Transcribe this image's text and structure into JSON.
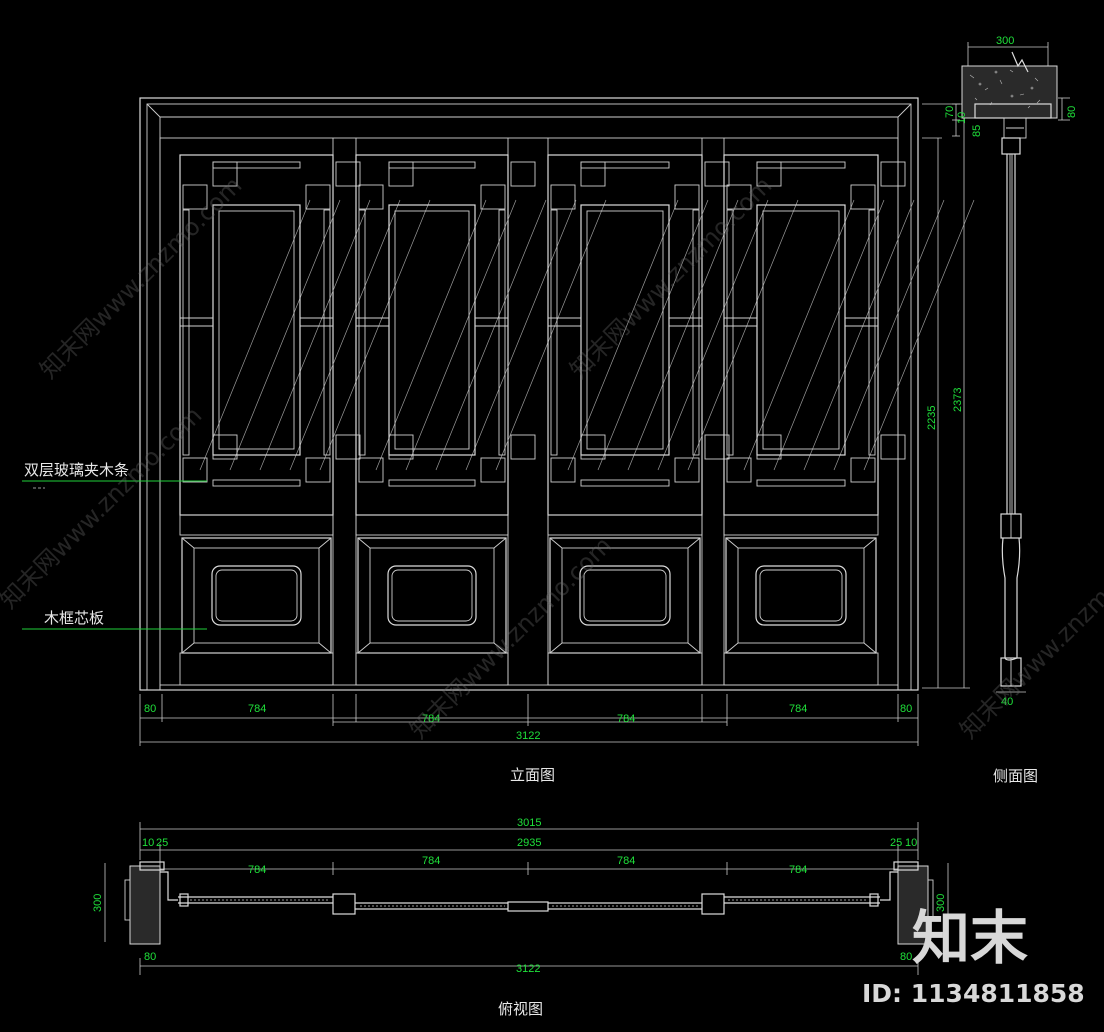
{
  "labels": {
    "elevation": "立面图",
    "side_view": "侧面图",
    "top_view": "俯视图",
    "glass": "双层玻璃夹木条",
    "panel": "木框芯板"
  },
  "watermark": {
    "text": "知末网www.znzmo.com",
    "logo": "知末",
    "id": "ID: 1134811858"
  },
  "dims": {
    "elev_80_left": "80",
    "elev_784_a": "784",
    "elev_784_b": "784",
    "elev_784_c": "784",
    "elev_784_d": "784",
    "elev_80_right": "80",
    "elev_total": "3122",
    "elev_h1": "2235",
    "elev_h2": "2373",
    "side_300": "300",
    "side_80": "80",
    "side_70": "70",
    "side_10": "10",
    "side_85": "85",
    "side_40": "40",
    "top_3015": "3015",
    "top_2935": "2935",
    "top_10_l": "10",
    "top_25_l": "25",
    "top_25_r": "25",
    "top_10_r": "10",
    "top_784_a": "784",
    "top_784_b": "784",
    "top_784_c": "784",
    "top_784_d": "784",
    "top_300_l": "300",
    "top_300_r": "300",
    "top_80_l": "80",
    "top_80_r": "80",
    "top_3122": "3122"
  },
  "colors": {
    "background": "#000000",
    "lines": "#dcdcdc",
    "dimension_text": "#1fe03a"
  }
}
